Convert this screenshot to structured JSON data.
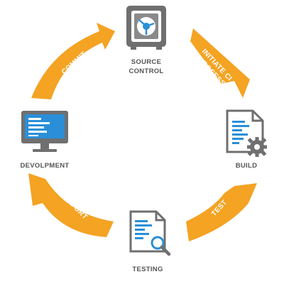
{
  "colors": {
    "arrow": "#F4A323",
    "icon_gray": "#6f6f6f",
    "icon_blue": "#2a8fd8",
    "label": "#555555"
  },
  "nodes": {
    "source_control": {
      "line1": "SOURCE",
      "line2": "CONTROL",
      "icon": "safe-vault-icon"
    },
    "build": {
      "label": "BUILD",
      "icon": "document-gear-icon"
    },
    "testing": {
      "label": "TESTING",
      "icon": "document-magnifier-icon"
    },
    "development": {
      "label": "DEVOLPMENT",
      "icon": "monitor-icon"
    }
  },
  "arrows": {
    "initiate": {
      "line1": "INITIATE CI",
      "line2": "PROCESS"
    },
    "test": {
      "label": "TEST"
    },
    "report": {
      "label": "REPORT"
    },
    "commit": {
      "label": "COMMIT"
    }
  }
}
